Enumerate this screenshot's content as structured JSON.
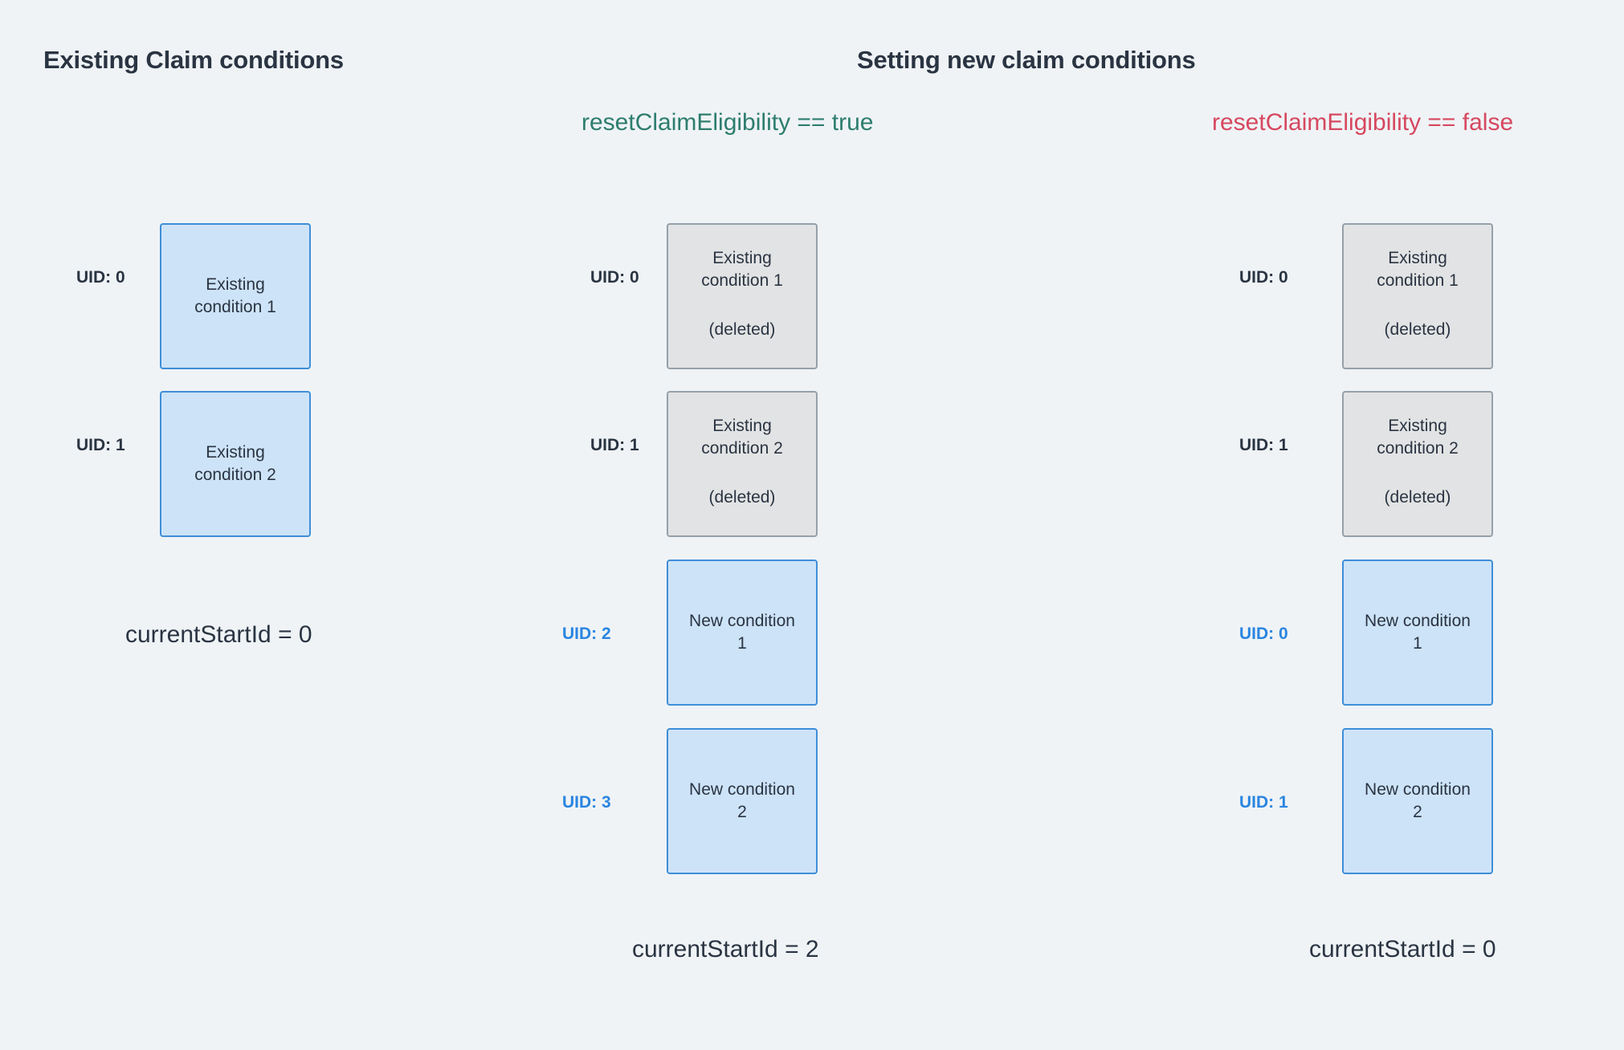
{
  "background_color": "#eff3f6",
  "accent_colors": {
    "blue_border": "#3e8ed8",
    "blue_fill": "#cde3f8",
    "gray_border": "#96a0a8",
    "gray_fill": "#e2e3e4",
    "green_text": "#2d7d6e",
    "red_text": "#d6485f",
    "uid_accent": "#2a85e0",
    "text": "#2a3442"
  },
  "headings": {
    "left": "Existing Claim conditions",
    "right": "Setting new claim conditions"
  },
  "subheadings": {
    "true_case": "resetClaimEligibility == true",
    "false_case": "resetClaimEligibility == false"
  },
  "columns": {
    "existing": {
      "note": "currentStartId = 0",
      "rows": [
        {
          "uid_label": "UID: 0",
          "uid_accent": false,
          "title": "Existing\ncondition 1",
          "sub": "",
          "style": "blue"
        },
        {
          "uid_label": "UID: 1",
          "uid_accent": false,
          "title": "Existing\ncondition 2",
          "sub": "",
          "style": "blue"
        }
      ]
    },
    "reset_true": {
      "note": "currentStartId = 2",
      "rows": [
        {
          "uid_label": "UID: 0",
          "uid_accent": false,
          "title": "Existing\ncondition 1",
          "sub": "(deleted)",
          "style": "gray"
        },
        {
          "uid_label": "UID: 1",
          "uid_accent": false,
          "title": "Existing\ncondition 2",
          "sub": "(deleted)",
          "style": "gray"
        },
        {
          "uid_label": "UID: 2",
          "uid_accent": true,
          "title": "New condition\n1",
          "sub": "",
          "style": "blue"
        },
        {
          "uid_label": "UID: 3",
          "uid_accent": true,
          "title": "New condition\n2",
          "sub": "",
          "style": "blue"
        }
      ]
    },
    "reset_false": {
      "note": "currentStartId = 0",
      "rows": [
        {
          "uid_label": "UID: 0",
          "uid_accent": false,
          "title": "Existing\ncondition 1",
          "sub": "(deleted)",
          "style": "gray"
        },
        {
          "uid_label": "UID: 1",
          "uid_accent": false,
          "title": "Existing\ncondition 2",
          "sub": "(deleted)",
          "style": "gray"
        },
        {
          "uid_label": "UID: 0",
          "uid_accent": true,
          "title": "New condition\n1",
          "sub": "",
          "style": "blue"
        },
        {
          "uid_label": "UID: 1",
          "uid_accent": true,
          "title": "New condition\n2",
          "sub": "",
          "style": "blue"
        }
      ]
    }
  }
}
